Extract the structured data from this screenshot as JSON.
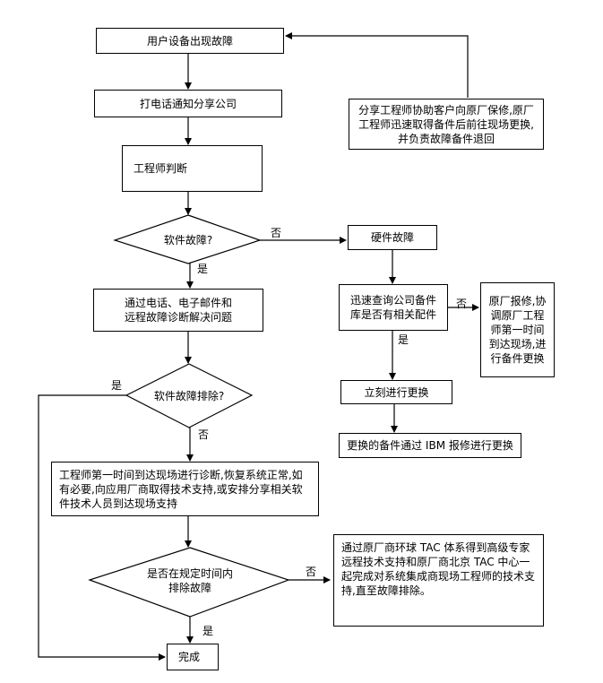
{
  "nodes": {
    "start": "用户设备出现故障",
    "call": "打电话通知分享公司",
    "judge": "工程师判断",
    "software_fault": "软件故障?",
    "hardware_fault": "硬件故障",
    "remote_diag": "通过电话、电子邮件和远程故障诊断解决问题",
    "check_parts": "迅速查询公司备件库是否有相关配件",
    "vendor_repair": "原厂报修,协调原厂工程师第一时间到达现场,进行备件更换",
    "replace_now": "立刻进行更换",
    "ibm_return": "更换的备件通过 IBM 报修进行更换",
    "resolved_q": "软件故障排除?",
    "onsite_diag": "工程师第一时间到达现场进行诊断,恢复系统正常,如有必要,向应用厂商取得技术支持,或安排分享相关软件技术人员到达现场支持",
    "time_q": "是否在规定时间内排除故障",
    "tac_support": "通过原厂商环球 TAC 体系得到高级专家远程技术支持和原厂商北京 TAC 中心一起完成对系统集成商现场工程师的技术支持,直至故障排除。",
    "share_eng": "分享工程师协助客户向原厂保修,原厂工程师迅速取得备件后前往现场更换,并负责故障备件退回",
    "done": "完成"
  },
  "labels": {
    "no1": "否",
    "yes1": "是",
    "no2": "否",
    "yes2": "是",
    "yes3": "是",
    "no3": "否",
    "no4": "否",
    "yes4": "是"
  }
}
